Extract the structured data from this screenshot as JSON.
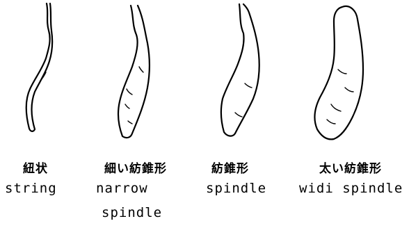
{
  "shapes": [
    {
      "jp_label": "紐状",
      "en_label": "string",
      "en_label_line2": ""
    },
    {
      "jp_label": "細い紡錐形",
      "en_label": "narrow",
      "en_label_line2": "spindle"
    },
    {
      "jp_label": "紡錐形",
      "en_label": "spindle",
      "en_label_line2": ""
    },
    {
      "jp_label": "太い紡錐形",
      "en_label": "widi spindle",
      "en_label_line2": ""
    }
  ]
}
